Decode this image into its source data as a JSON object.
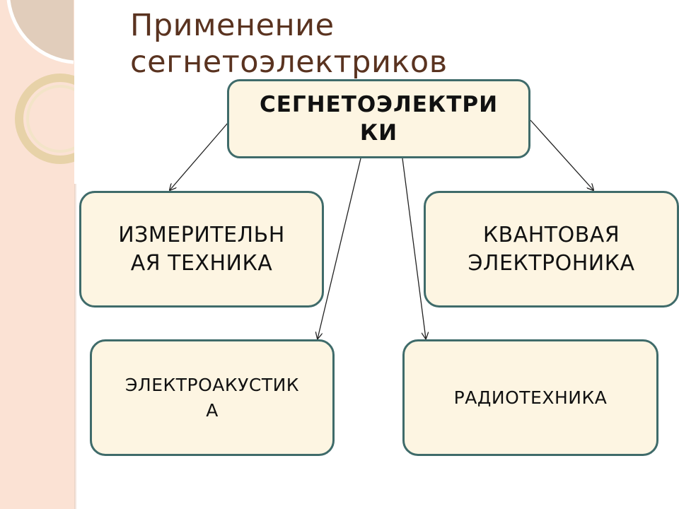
{
  "slide": {
    "title_lines": [
      "Применение",
      "сегнетоэлектриков"
    ],
    "colors": {
      "side_panel": "#fbe2d4",
      "title_text": "#5a3320",
      "box_fill": "#fdf5e2",
      "box_border": "#3f6b6a",
      "connector": "#222222"
    }
  },
  "diagram": {
    "root": {
      "label_lines": [
        "СЕГНЕТОЭЛЕКТРИ",
        "КИ"
      ]
    },
    "children": [
      {
        "id": "measure",
        "label_lines": [
          "ИЗМЕРИТЕЛЬН",
          "АЯ ТЕХНИКА"
        ]
      },
      {
        "id": "quantum",
        "label_lines": [
          "КВАНТОВАЯ",
          "ЭЛЕКТРОНИКА"
        ]
      },
      {
        "id": "acoustic",
        "label_lines": [
          "ЭЛЕКТРОАКУСТИК",
          "А"
        ]
      },
      {
        "id": "radio",
        "label_lines": [
          "РАДИОТЕХНИКА"
        ]
      }
    ]
  }
}
